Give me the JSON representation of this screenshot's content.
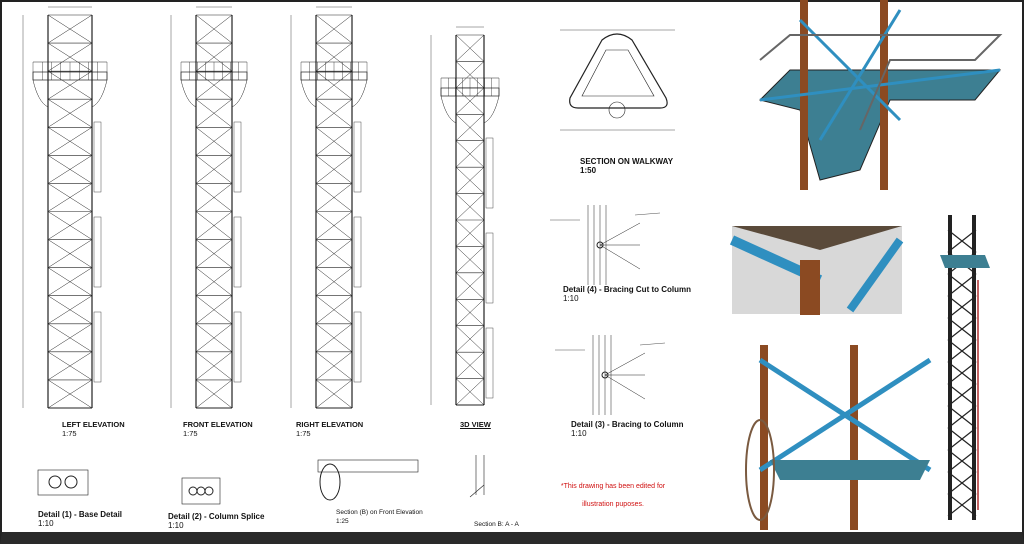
{
  "views": {
    "left_elevation": {
      "title": "LEFT ELEVATION",
      "scale": "1:75"
    },
    "front_elevation": {
      "title": "FRONT ELEVATION",
      "scale": "1:75"
    },
    "right_elevation": {
      "title": "RIGHT ELEVATION",
      "scale": "1:75"
    },
    "view_3d": {
      "title": "3D VIEW"
    },
    "section_walkway": {
      "title": "SECTION ON WALKWAY",
      "scale": "1:50"
    },
    "detail_4": {
      "title": "Detail (4) - Bracing Cut to Column",
      "scale": "1:10"
    },
    "detail_3": {
      "title": "Detail (3) - Bracing to Column",
      "scale": "1:10"
    },
    "detail_1": {
      "title": "Detail (1) - Base Detail",
      "scale": "1:10"
    },
    "detail_2": {
      "title": "Detail (2) - Column Splice",
      "scale": "1:10"
    },
    "section_b": {
      "title": "Section (B) on Front Elevation",
      "scale": "1:25"
    },
    "section_aa": {
      "title": "Section B: A - A"
    }
  },
  "note": {
    "line1": "*This drawing has been edited for",
    "line2": "illustration puposes."
  },
  "colors": {
    "line": "#222222",
    "steel_blue": "#2f8fc0",
    "column_brown": "#8b4a22",
    "deck": "#3d7f92",
    "note_red": "#d01010"
  }
}
